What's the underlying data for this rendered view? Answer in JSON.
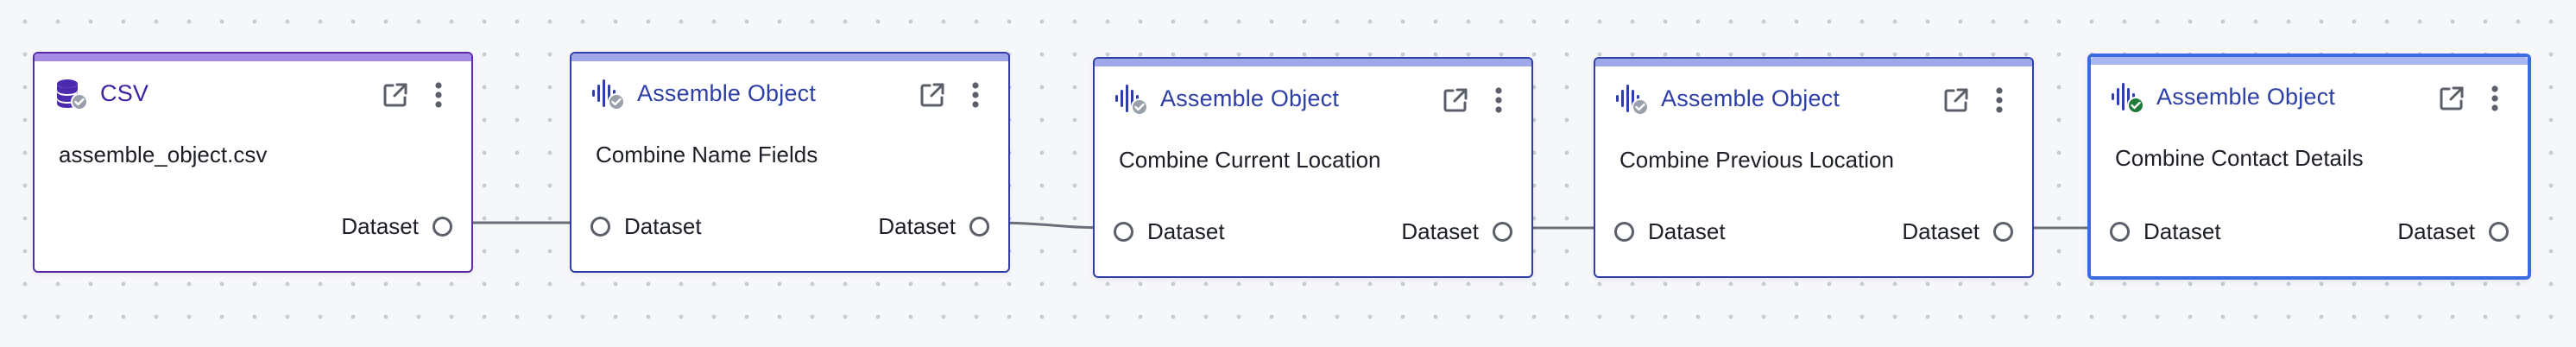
{
  "canvas": {
    "background": "#f6f7f9",
    "edge_color": "#6b6f78"
  },
  "nodes": [
    {
      "id": "node-1",
      "type_label": "CSV",
      "type_icon": "database-icon",
      "status_icon": "grey-check-badge-icon",
      "title": "assemble_object.csv",
      "input_label": null,
      "output_label": "Dataset",
      "selected": false
    },
    {
      "id": "node-2",
      "type_label": "Assemble Object",
      "type_icon": "assemble-signal-icon",
      "status_icon": "grey-check-badge-icon",
      "title": "Combine Name Fields",
      "input_label": "Dataset",
      "output_label": "Dataset",
      "selected": false
    },
    {
      "id": "node-3",
      "type_label": "Assemble Object",
      "type_icon": "assemble-signal-icon",
      "status_icon": "grey-check-badge-icon",
      "title": "Combine Current Location",
      "input_label": "Dataset",
      "output_label": "Dataset",
      "selected": false
    },
    {
      "id": "node-4",
      "type_label": "Assemble Object",
      "type_icon": "assemble-signal-icon",
      "status_icon": "grey-check-badge-icon",
      "title": "Combine Previous Location",
      "input_label": "Dataset",
      "output_label": "Dataset",
      "selected": false
    },
    {
      "id": "node-5",
      "type_label": "Assemble Object",
      "type_icon": "assemble-signal-icon",
      "status_icon": "green-check-badge-icon",
      "title": "Combine Contact Details",
      "input_label": "Dataset",
      "output_label": "Dataset",
      "selected": true
    }
  ],
  "node_actions": {
    "open_icon": "open-external-icon",
    "menu_icon": "more-vertical-icon"
  },
  "edges": [
    {
      "from": "node-1",
      "to": "node-2"
    },
    {
      "from": "node-2",
      "to": "node-3"
    },
    {
      "from": "node-3",
      "to": "node-4"
    },
    {
      "from": "node-4",
      "to": "node-5"
    }
  ]
}
